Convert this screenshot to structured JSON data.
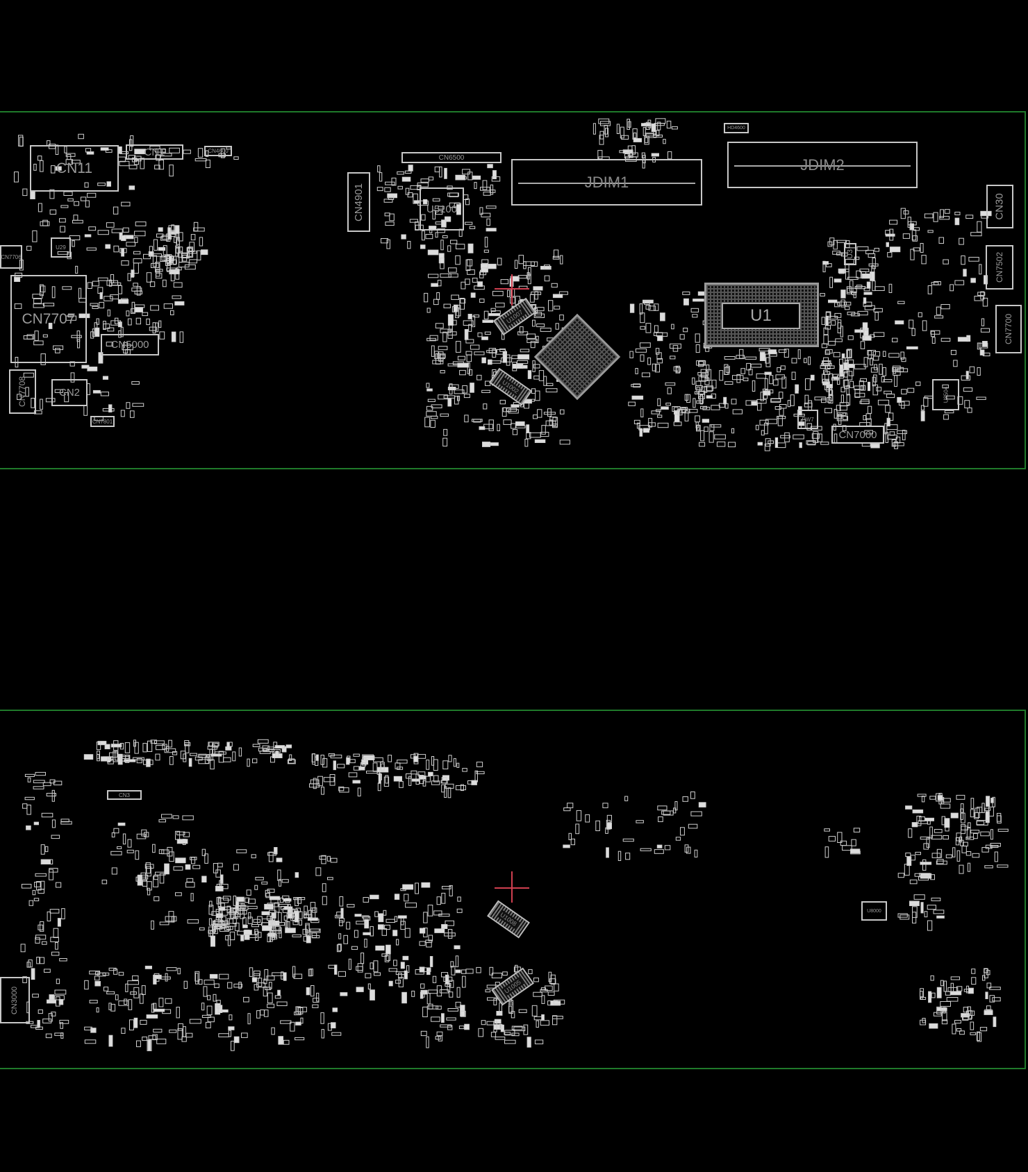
{
  "view": "boardview",
  "colors": {
    "outline": "#1f7a2a",
    "part": "#c8c8c8",
    "marker": "#d04050"
  },
  "top_side": {
    "components": {
      "cn11": "CN11",
      "cn1": "CN1",
      "cn4600": "CN4600",
      "cn7706": "CN7706",
      "u29": "U29",
      "cn7707": "CN7707",
      "cn5000": "CN5000",
      "cn7708": "CN7708",
      "cn2": "CN2",
      "cn7801": "CN7801",
      "cn4901": "CN4901",
      "cn6500": "CN6500",
      "u5100": "U5100",
      "jdim1": "JDIM1",
      "jdim2": "JDIM2",
      "hd4600": "HD4600",
      "cn30": "CN30",
      "cn7502": "CN7502",
      "cn7700": "CN7700",
      "u3": "U3",
      "u8504": "U8504",
      "cn7000": "CN7000",
      "u1": "U1",
      "u1007": "U1007",
      "u1002": "U1002",
      "pw7": "PW7"
    }
  },
  "bottom_side": {
    "components": {
      "cn3": "CN3",
      "cn3000": "CN3000",
      "u1008": "U1008",
      "u1005": "U1005",
      "u8000": "U8000"
    }
  }
}
